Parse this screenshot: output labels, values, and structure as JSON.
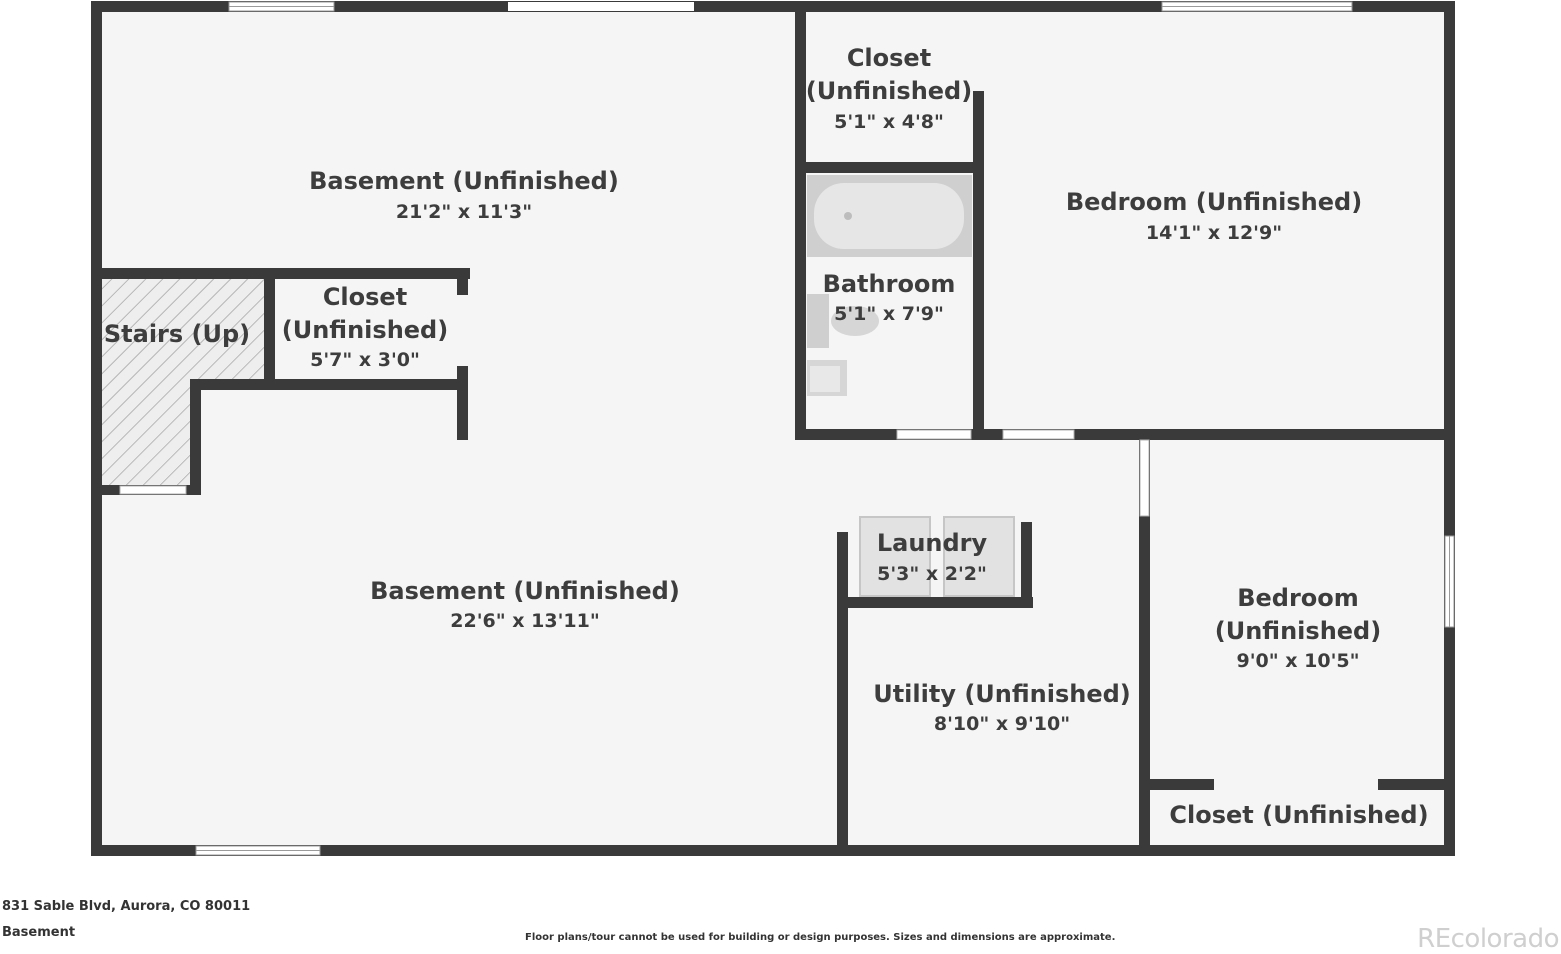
{
  "rooms": [
    {
      "id": "basement-upper",
      "name": "Basement (Unfinished)",
      "dims": "21'2\" x 11'3\""
    },
    {
      "id": "closet-top",
      "name_line1": "Closet",
      "name_line2": "(Unfinished)",
      "dims": "5'1\" x 4'8\""
    },
    {
      "id": "bedroom-upper",
      "name": "Bedroom (Unfinished)",
      "dims": "14'1\" x 12'9\""
    },
    {
      "id": "stairs",
      "name": "Stairs (Up)"
    },
    {
      "id": "closet-small",
      "name_line1": "Closet",
      "name_line2": "(Unfinished)",
      "dims": "5'7\" x 3'0\""
    },
    {
      "id": "bathroom",
      "name": "Bathroom",
      "dims": "5'1\" x 7'9\""
    },
    {
      "id": "laundry",
      "name": "Laundry",
      "dims": "5'3\" x 2'2\""
    },
    {
      "id": "basement-lower",
      "name": "Basement (Unfinished)",
      "dims": "22'6\" x 13'11\""
    },
    {
      "id": "bedroom-lower",
      "name_line1": "Bedroom",
      "name_line2": "(Unfinished)",
      "dims": "9'0\" x 10'5\""
    },
    {
      "id": "utility",
      "name": "Utility (Unfinished)",
      "dims": "8'10\" x 9'10\""
    },
    {
      "id": "closet-bottom",
      "name": "Closet (Unfinished)"
    }
  ],
  "footer": {
    "address": "831 Sable Blvd, Aurora, CO 80011",
    "floor": "Basement",
    "disclaimer": "Floor plans/tour cannot be used for building or design purposes. Sizes and dimensions are approximate.",
    "watermark": "REcolorado"
  },
  "colors": {
    "wall": "#3a3a3a",
    "floor": "#f5f5f5",
    "fixture": "#d4d4d4",
    "text": "#3d3d3d"
  }
}
